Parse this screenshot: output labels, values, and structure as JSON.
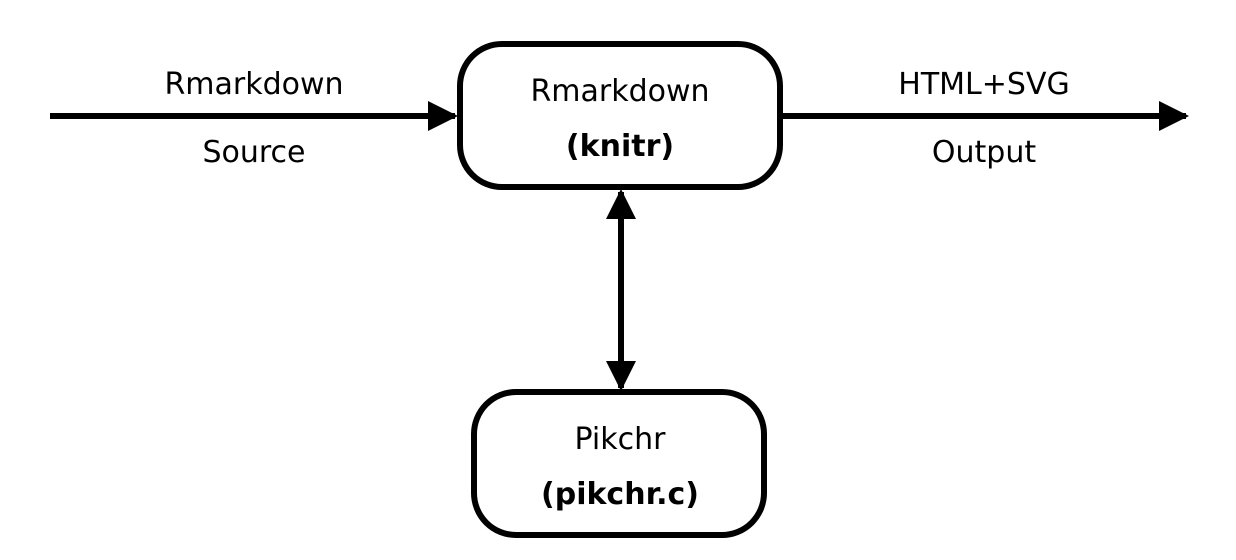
{
  "diagram": {
    "stroke_color": "#000000",
    "background": "#ffffff",
    "input": {
      "line1": "Rmarkdown",
      "line2": "Source"
    },
    "output": {
      "line1": "HTML+SVG",
      "line2": "Output"
    },
    "knitr_box": {
      "title": "Rmarkdown",
      "subtitle": "(knitr)"
    },
    "pikchr_box": {
      "title": "Pikchr",
      "subtitle": "(pikchr.c)"
    }
  }
}
